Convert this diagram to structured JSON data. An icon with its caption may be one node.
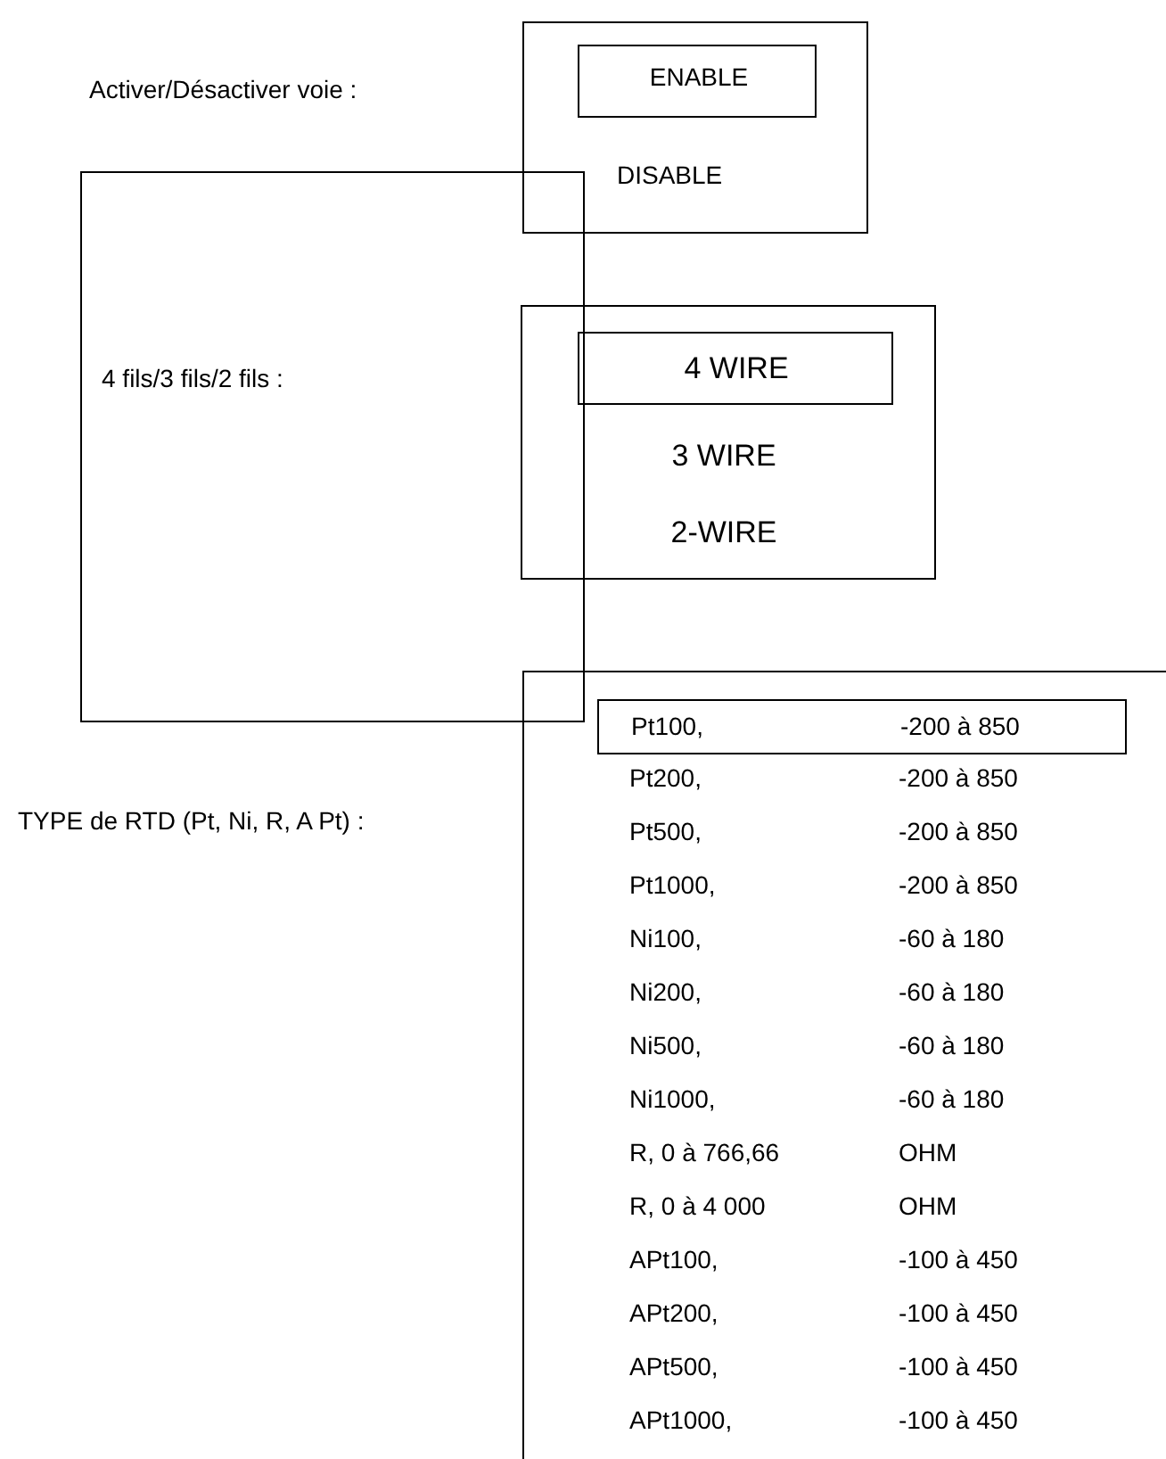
{
  "diagram": {
    "nodes": [
      {
        "text": [
          "DISABLE"
        ]
      },
      {
        "text": [
          "ENABLE"
        ],
        "in": 0
      },
      {
        "text": [],
        "shape": "box"
      },
      {
        "text": [
          "3 WIRE",
          "2-WIRE"
        ]
      },
      {
        "text": [
          "4 WIRE"
        ],
        "in": 3
      },
      {
        "text": [
          "Pt200,",
          "-200 à 850",
          "Pt500,",
          "-200 à 850",
          "Pt1000,",
          "-200 à 850",
          "Ni100,",
          "-60 à 180",
          "Ni200,",
          "-60 à 180",
          "Ni500,",
          "-60 à 180",
          "Ni1000,",
          "-60 à 180",
          "R, 0 à 766,66",
          "OHM",
          "R, 0 à 4 000",
          "OHM",
          "APt100,",
          "-100 à 450",
          "APt200,",
          "-100 à 450",
          "APt500,",
          "-100 à 450",
          "APt1000,",
          "-100 à 450"
        ]
      },
      {
        "text": [
          "Pt100,",
          "-200 à 850"
        ],
        "in": 5
      }
    ],
    "edges": [],
    "labels": [
      "Activer/Désactiver voie :",
      "4 fils/3 fils/2 fils :",
      "TYPE de RTD (Pt, Ni, R, A Pt) :"
    ]
  }
}
